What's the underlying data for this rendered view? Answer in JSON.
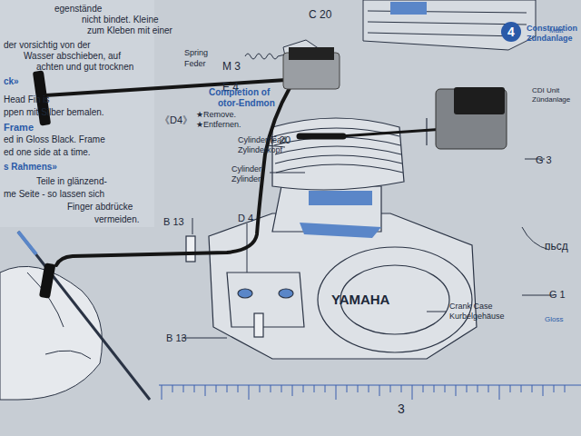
{
  "diagram": {
    "nodes": [
      {
        "text": [
          "4",
          "Construction",
          "Zündanlage"
        ]
      }
    ],
    "labels": [
      "egenstände",
      "nicht bindet. Kleine",
      "zum Kleben mit einer",
      "der vorsichtig von der",
      "Wasser abschieben, auf",
      "achten und gut trocknen",
      "ck»",
      "Head Fin is",
      "ppen mit Silber bemalen.",
      "Frame",
      "ed in Gloss Black. Frame",
      "ed one side at a time.",
      "s Rahmens»",
      "Teile in glänzend-",
      "me Seite - so lassen sich",
      "Finger abdrücke",
      "vermeiden.",
      "C 20",
      "Spring",
      "Feder",
      "M 3",
      "E 4",
      "Completion of",
      "otor-Endmon",
      "《D4》",
      "★Remove.",
      "★Entfernen.",
      "F 20",
      "Cylinderhead",
      "Zylinderkopf",
      "Cylinder",
      "Zylinder",
      "B 13",
      "D 4",
      "YAMAHA",
      "Crank Case",
      "Kurbelgehäuse",
      "B 13",
      "3",
      "G 3",
      "CDI Unit",
      "Zündanlage",
      "Matt",
      "пьсд",
      "G 1",
      "Gloss"
    ]
  }
}
